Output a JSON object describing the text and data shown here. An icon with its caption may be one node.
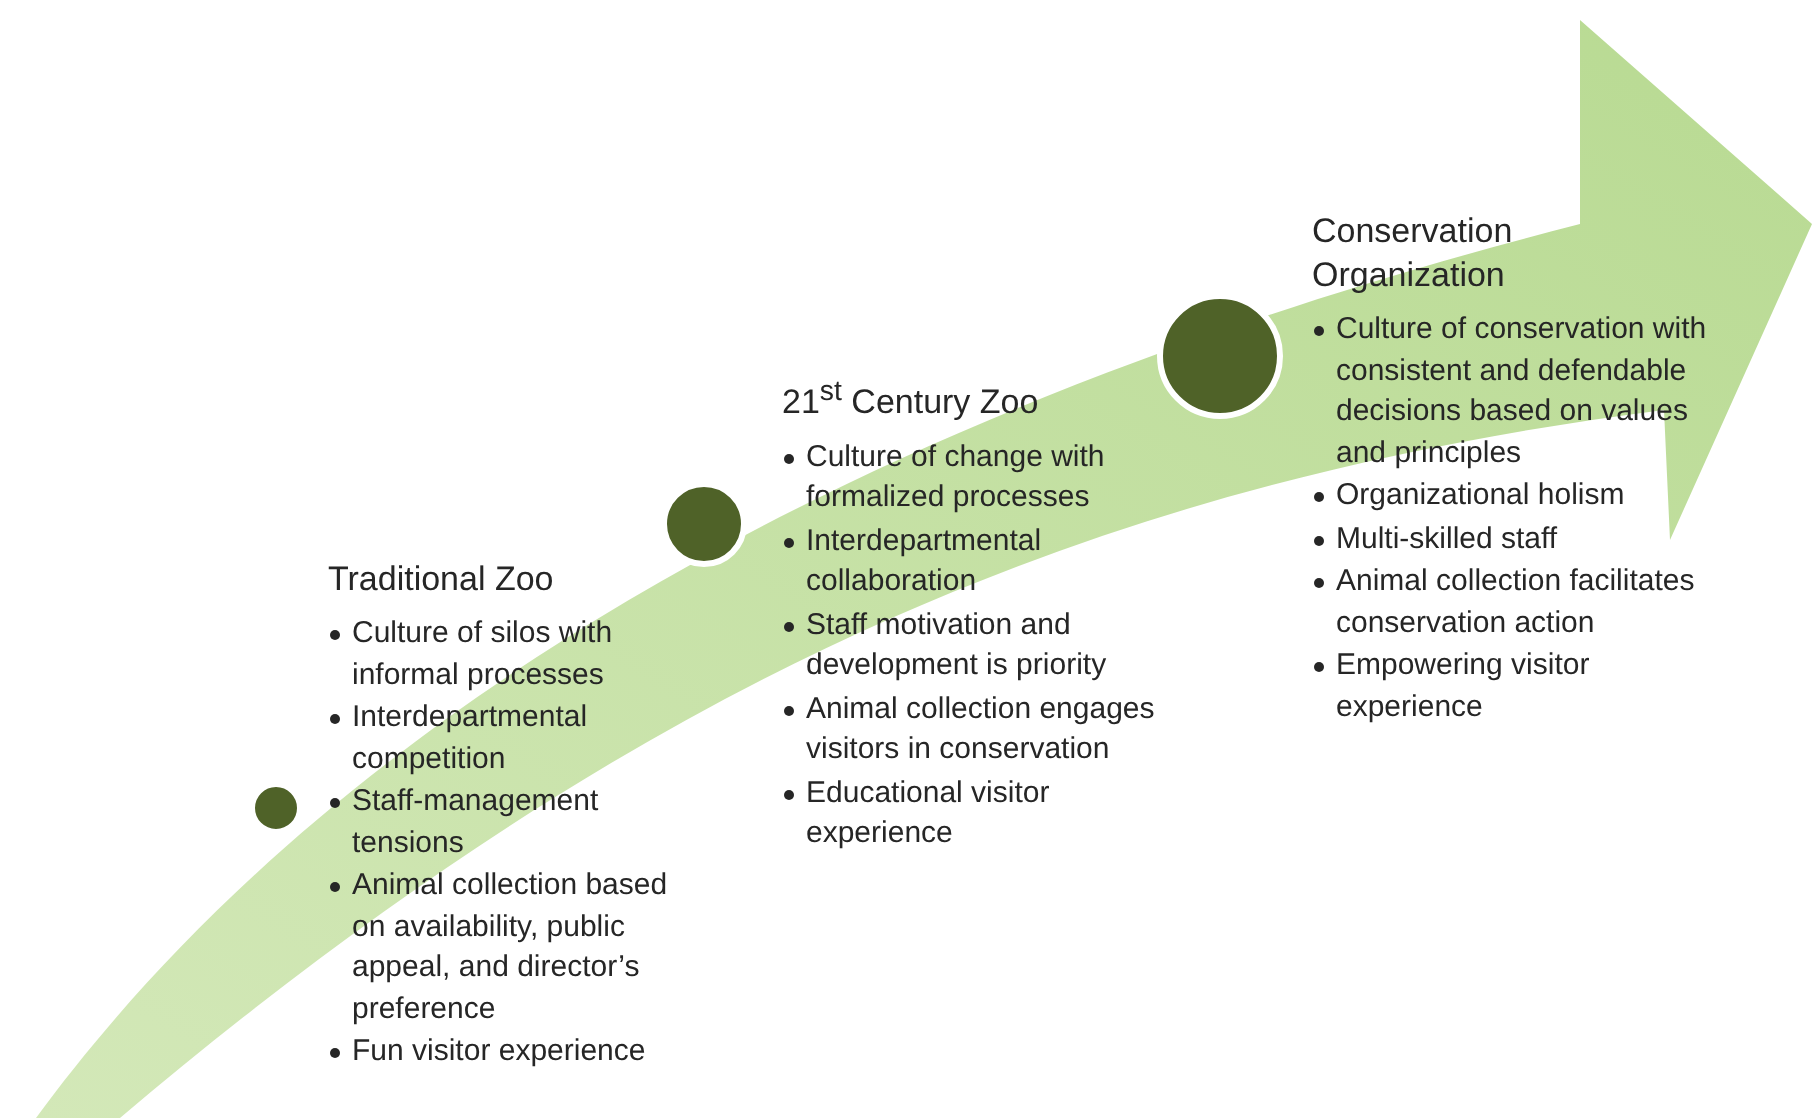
{
  "diagram": {
    "labels": [
      "Traditional Zoo",
      "Culture of silos with informal processes",
      "Interdepartmental competition",
      "Staff-management tensions",
      "Animal collection based on availability, public appeal, and director’s preference",
      "Fun visitor experience",
      "21$^{st}$ Century Zoo",
      "Culture of change with formalized processes",
      "Interdepartmental collaboration",
      "Staff motivation and development is priority",
      "Animal collection engages visitors in conservation",
      "Educational visitor experience",
      "Conservation Organization",
      "Culture of conservation with consistent and defendable decisions based on values and principles",
      "Organizational holism",
      "Multi-skilled staff",
      "Animal collection facilitates conservation action",
      "Empowering visitor experience"
    ]
  }
}
